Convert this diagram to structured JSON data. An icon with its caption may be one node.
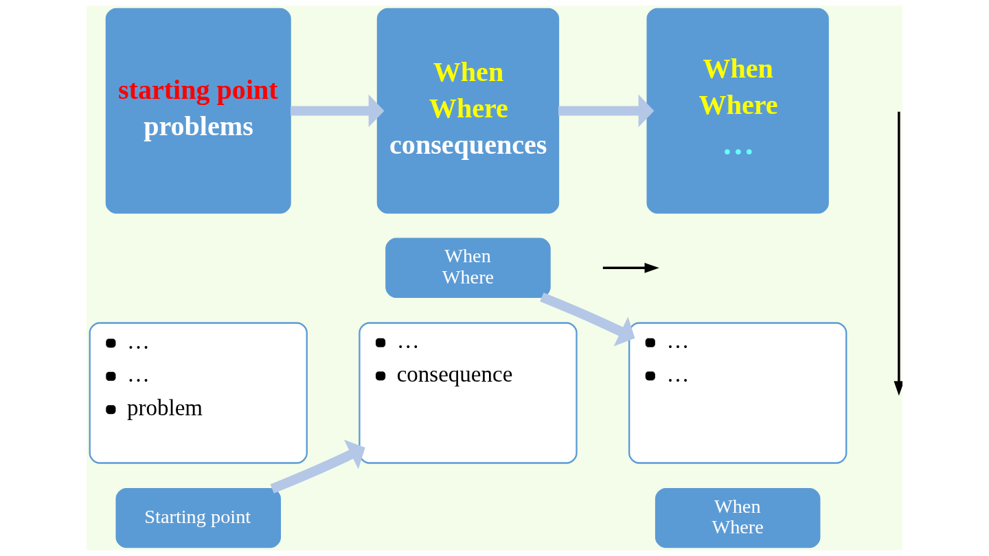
{
  "diagram": {
    "nodes": [
      {
        "text": [
          "starting point",
          "problems"
        ]
      },
      {
        "text": [
          "When",
          "Where",
          "consequences"
        ]
      },
      {
        "text": [
          "When",
          "Where",
          "…"
        ]
      },
      {
        "text": [
          "…",
          "…",
          "problem"
        ]
      },
      {
        "text": [
          "Starting point"
        ]
      },
      {
        "text": [
          "…",
          "consequence"
        ]
      },
      {
        "text": [
          "When",
          "Where"
        ]
      },
      {
        "text": [
          "…",
          "…"
        ]
      },
      {
        "text": [
          "When",
          "Where"
        ]
      }
    ],
    "edges": [
      {
        "from": 0,
        "to": 1,
        "arrow": "to"
      },
      {
        "from": 1,
        "to": 2,
        "arrow": "to"
      },
      {
        "from": 4,
        "to": 5,
        "arrow": "to"
      },
      {
        "from": 6,
        "to": 7,
        "arrow": "to"
      }
    ]
  }
}
